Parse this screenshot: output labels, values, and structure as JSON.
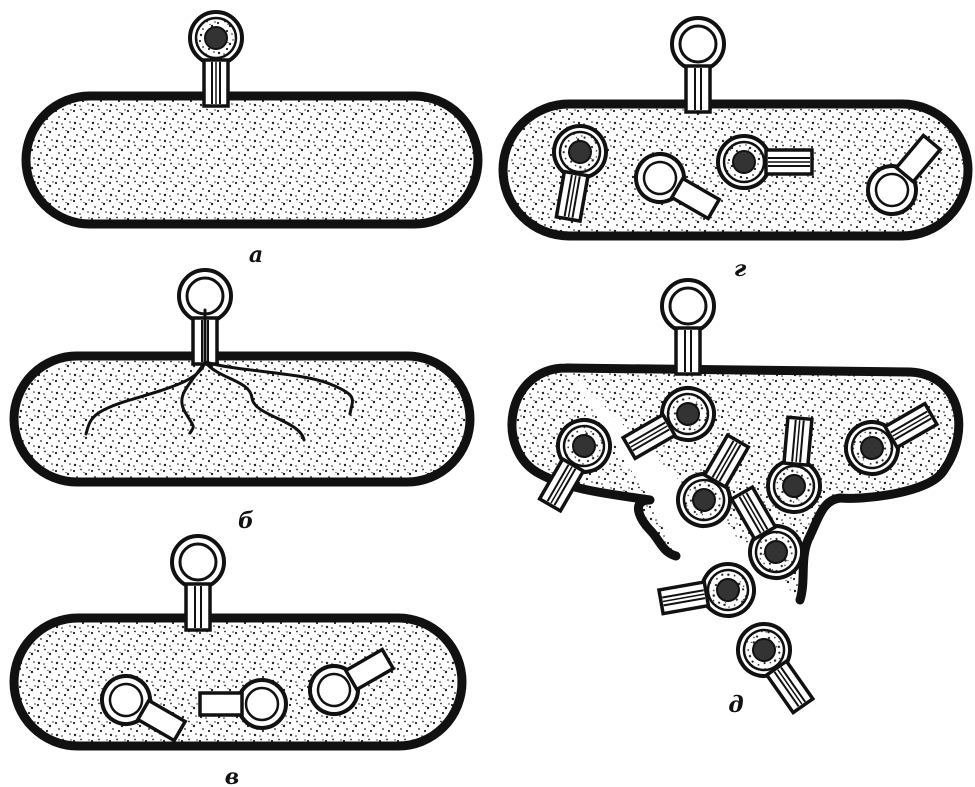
{
  "figure": {
    "panels": [
      {
        "id": "a",
        "label": "а",
        "stage": "phage-adsorbed"
      },
      {
        "id": "b",
        "label": "б",
        "stage": "dna-injected"
      },
      {
        "id": "v",
        "label": "в",
        "stage": "early-assembly"
      },
      {
        "id": "g",
        "label": "г",
        "stage": "phage-maturation"
      },
      {
        "id": "d",
        "label": "д",
        "stage": "cell-lysis-release"
      }
    ],
    "colors": {
      "ink": "#111111",
      "paper": "#ffffff",
      "stipple": "#222222"
    }
  }
}
